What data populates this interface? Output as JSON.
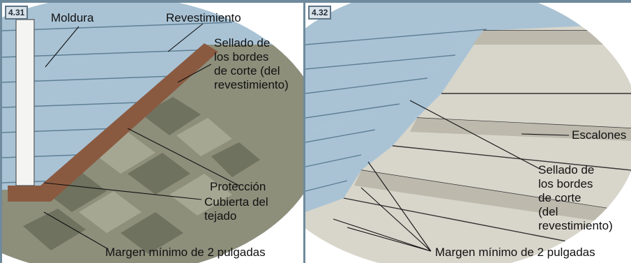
{
  "panels": [
    {
      "tag": "4.31",
      "labels": {
        "trim": "Moldura",
        "siding": "Revestimiento",
        "seal_edges": "Sellado de\nlos bordes\nde corte (del\nrevestimiento)",
        "flashing": "Protección",
        "roofing": "Cubierta del\ntejado",
        "clearance": "Margen mínimo de 2 pulgadas"
      }
    },
    {
      "tag": "4.32",
      "labels": {
        "steps": "Escalones",
        "seal_edges": "Sellado de\nlos bordes\nde corte\n(del\nrevestimiento)",
        "clearance": "Margen mínimo de 2 pulgadas"
      }
    }
  ],
  "colors": {
    "frame": "#6e8a9c",
    "siding": "#9fbcd0",
    "shingle_dark": "#6f725f",
    "shingle_light": "#a6a792",
    "flashing": "#8a5a40",
    "concrete": "#d8d5cb",
    "concrete_shadow": "#bdb9ad"
  }
}
